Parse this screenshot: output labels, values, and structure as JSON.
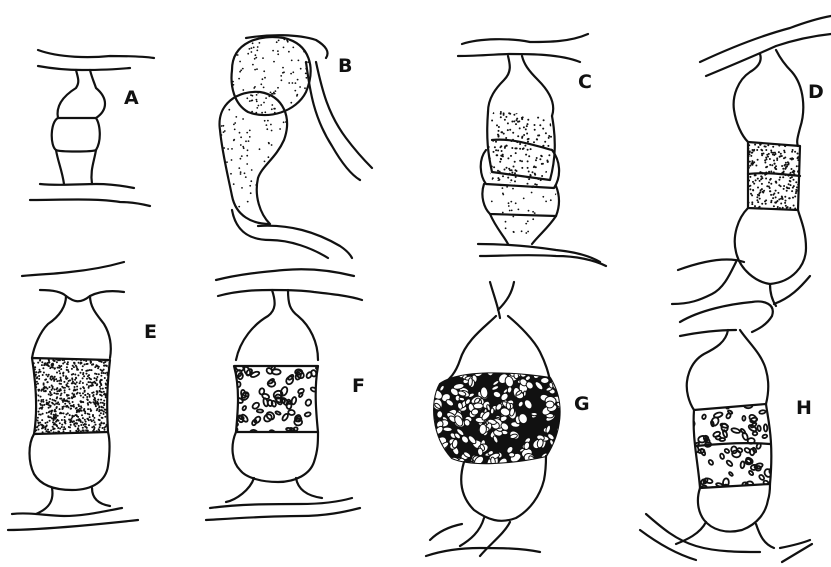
{
  "figure": {
    "panels": [
      {
        "id": "A",
        "label": "A",
        "shading": "none"
      },
      {
        "id": "B",
        "label": "B",
        "shading": "stipple"
      },
      {
        "id": "C",
        "label": "C",
        "shading": "stipple"
      },
      {
        "id": "D",
        "label": "D",
        "shading": "stipple"
      },
      {
        "id": "E",
        "label": "E",
        "shading": "dense-stipple"
      },
      {
        "id": "F",
        "label": "F",
        "shading": "sparse-granules"
      },
      {
        "id": "G",
        "label": "G",
        "shading": "dense-granules"
      },
      {
        "id": "H",
        "label": "H",
        "shading": "granules"
      }
    ]
  }
}
